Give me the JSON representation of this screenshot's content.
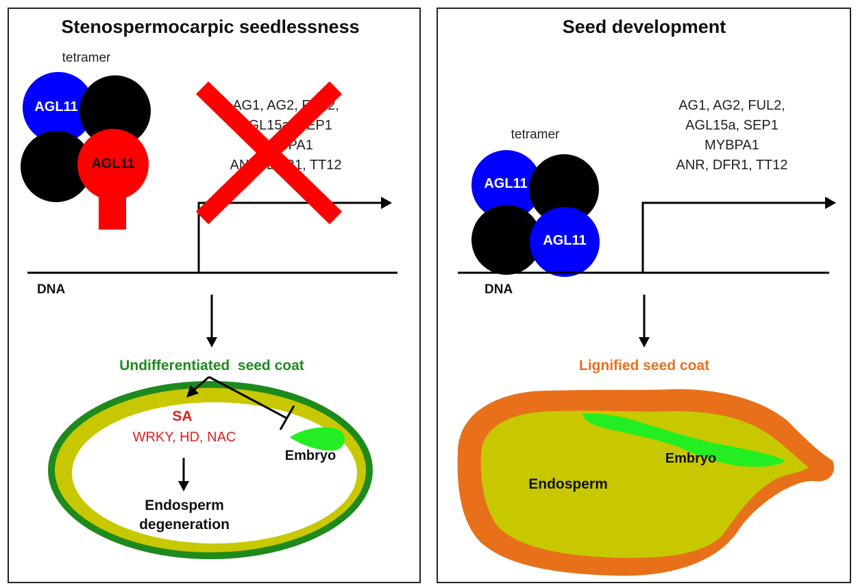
{
  "left": {
    "title": "Stenospermocarpic seedlessness",
    "tetramer_label": "tetramer",
    "protein_blue": "AGL11",
    "protein_red": "AGL11",
    "genes": [
      "AG1, AG2, FUL2,",
      "AGL15a, SEP1",
      "MYBPA1",
      "ANR, DFR1, TT12"
    ],
    "dna_label": "DNA",
    "seed_coat_label": "Undifferentiated  seed coat",
    "sa_label": "SA",
    "tf_label": "WRKY, HD, NAC",
    "embryo_label": "Embryo",
    "endosperm_line1": "Endosperm",
    "endosperm_line2": "degeneration"
  },
  "right": {
    "title": "Seed development",
    "tetramer_label": "tetramer",
    "protein_top": "AGL11",
    "protein_bottom": "AGL11",
    "genes": [
      "AG1, AG2, FUL2,",
      "AGL15a, SEP1",
      "MYBPA1",
      "ANR, DFR1, TT12"
    ],
    "dna_label": "DNA",
    "seed_coat_label": "Lignified seed coat",
    "embryo_label": "Embryo",
    "endosperm_label": "Endosperm"
  },
  "colors": {
    "blue": "#0000ff",
    "red": "#ff0000",
    "black": "#000000",
    "dark_green": "#1e8a1e",
    "yellow_green": "#c8c800",
    "embryo_green": "#22ee22",
    "orange": "#e8701a",
    "red_text": "#e02020"
  }
}
